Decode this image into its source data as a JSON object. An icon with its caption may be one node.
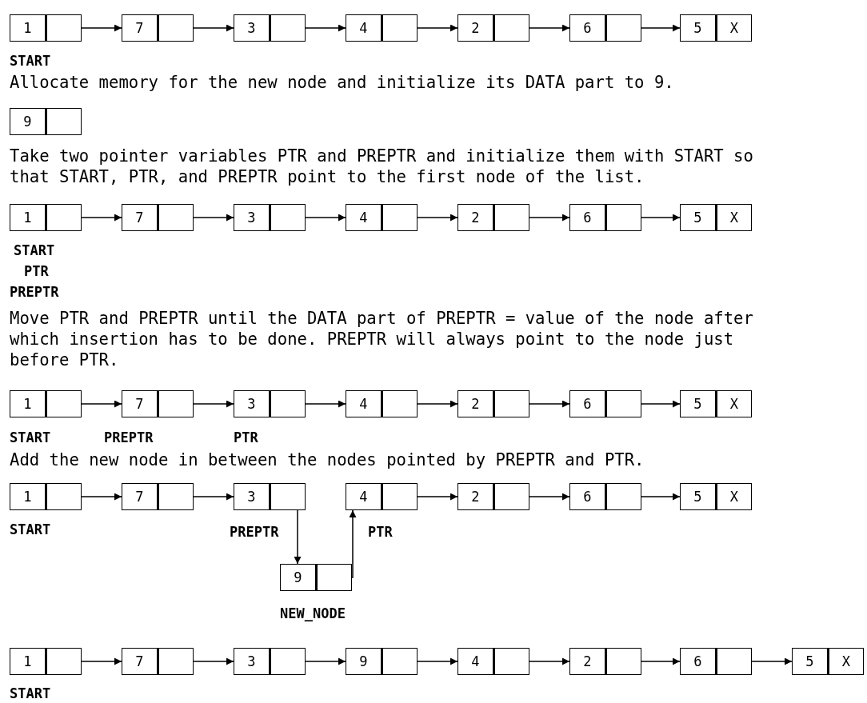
{
  "diagram": {
    "nodes": [
      {
        "text": [
          "1"
        ]
      },
      {
        "text": [
          "7"
        ]
      },
      {
        "text": [
          "3"
        ]
      },
      {
        "text": [
          "4"
        ]
      },
      {
        "text": [
          "2"
        ]
      },
      {
        "text": [
          "6"
        ]
      },
      {
        "text": [
          "5",
          "X"
        ]
      },
      {
        "text": [
          "9"
        ]
      },
      {
        "text": [
          "1"
        ]
      },
      {
        "text": [
          "7"
        ]
      },
      {
        "text": [
          "3"
        ]
      },
      {
        "text": [
          "4"
        ]
      },
      {
        "text": [
          "2"
        ]
      },
      {
        "text": [
          "6"
        ]
      },
      {
        "text": [
          "5",
          "X"
        ]
      },
      {
        "text": [
          "1"
        ]
      },
      {
        "text": [
          "7"
        ]
      },
      {
        "text": [
          "3"
        ]
      },
      {
        "text": [
          "4"
        ]
      },
      {
        "text": [
          "2"
        ]
      },
      {
        "text": [
          "6"
        ]
      },
      {
        "text": [
          "5",
          "X"
        ]
      },
      {
        "text": [
          "1"
        ]
      },
      {
        "text": [
          "7"
        ]
      },
      {
        "text": [
          "3"
        ]
      },
      {
        "text": [
          "4"
        ]
      },
      {
        "text": [
          "2"
        ]
      },
      {
        "text": [
          "6"
        ]
      },
      {
        "text": [
          "5",
          "X"
        ]
      },
      {
        "text": [
          "9"
        ]
      },
      {
        "text": [
          "1"
        ]
      },
      {
        "text": [
          "7"
        ]
      },
      {
        "text": [
          "3"
        ]
      },
      {
        "text": [
          "9"
        ]
      },
      {
        "text": [
          "4"
        ]
      },
      {
        "text": [
          "2"
        ]
      },
      {
        "text": [
          "6"
        ]
      },
      {
        "text": [
          "5",
          "X"
        ]
      }
    ],
    "edges": [
      {
        "from": 0,
        "to": 1,
        "arrow": "to"
      },
      {
        "from": 1,
        "to": 2,
        "arrow": "to"
      },
      {
        "from": 2,
        "to": 3,
        "arrow": "to"
      },
      {
        "from": 3,
        "to": 4,
        "arrow": "to"
      },
      {
        "from": 4,
        "to": 5,
        "arrow": "to"
      },
      {
        "from": 5,
        "to": 6,
        "arrow": "to"
      },
      {
        "from": 8,
        "to": 9,
        "arrow": "to"
      },
      {
        "from": 9,
        "to": 10,
        "arrow": "to"
      },
      {
        "from": 10,
        "to": 11,
        "arrow": "to"
      },
      {
        "from": 11,
        "to": 12,
        "arrow": "to"
      },
      {
        "from": 12,
        "to": 13,
        "arrow": "to"
      },
      {
        "from": 13,
        "to": 14,
        "arrow": "to"
      },
      {
        "from": 15,
        "to": 16,
        "arrow": "to"
      },
      {
        "from": 16,
        "to": 17,
        "arrow": "to"
      },
      {
        "from": 17,
        "to": 18,
        "arrow": "to"
      },
      {
        "from": 18,
        "to": 19,
        "arrow": "to"
      },
      {
        "from": 19,
        "to": 20,
        "arrow": "to"
      },
      {
        "from": 20,
        "to": 21,
        "arrow": "to"
      },
      {
        "from": 22,
        "to": 23,
        "arrow": "to"
      },
      {
        "from": 23,
        "to": 24,
        "arrow": "to"
      },
      {
        "from": 24,
        "to": 29,
        "arrow": "to"
      },
      {
        "from": 29,
        "to": 25,
        "arrow": "to"
      },
      {
        "from": 25,
        "to": 26,
        "arrow": "to"
      },
      {
        "from": 26,
        "to": 27,
        "arrow": "to"
      },
      {
        "from": 27,
        "to": 28,
        "arrow": "to"
      },
      {
        "from": 30,
        "to": 31,
        "arrow": "to"
      },
      {
        "from": 31,
        "to": 32,
        "arrow": "to"
      },
      {
        "from": 32,
        "to": 33,
        "arrow": "to"
      },
      {
        "from": 33,
        "to": 34,
        "arrow": "to"
      },
      {
        "from": 34,
        "to": 35,
        "arrow": "to"
      },
      {
        "from": 35,
        "to": 36,
        "arrow": "to"
      },
      {
        "from": 36,
        "to": 37,
        "arrow": "to"
      }
    ],
    "labels": [
      "START",
      "Allocate memory for the new node and initialize its DATA part to 9.",
      "Take two pointer variables PTR and PREPTR and initialize them with START so that START, PTR, and PREPTR point to the first node of the list.",
      "START",
      "PTR",
      "PREPTR",
      "Move PTR and PREPTR until the DATA part of PREPTR = value of the node after which insertion has to be done. PREPTR will always point to the node just before PTR.",
      "START",
      "PREPTR",
      "PTR",
      "Add the new node in between the nodes pointed by PREPTR and PTR.",
      "START",
      "PREPTR",
      "PTR",
      "NEW_NODE",
      "START"
    ]
  }
}
